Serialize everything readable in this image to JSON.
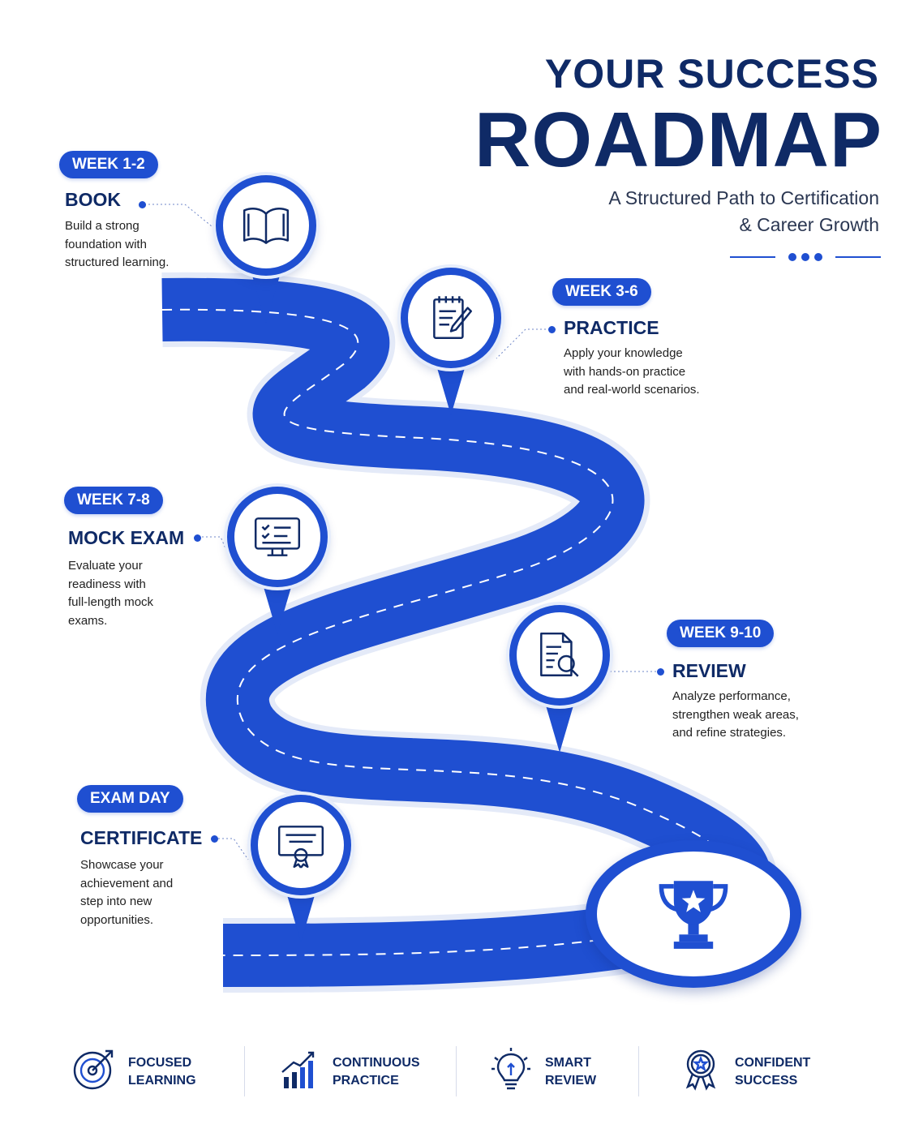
{
  "header": {
    "title_line1": "YOUR SUCCESS",
    "title_line2": "ROADMAP",
    "subtitle_line1": "A Structured Path to Certification",
    "subtitle_line2": "& Career Growth"
  },
  "colors": {
    "primary": "#1f4fd1",
    "navy": "#0f2a66",
    "road_edge": "#e4eaf8"
  },
  "steps": [
    {
      "badge": "WEEK 1-2",
      "title": "BOOK",
      "desc": [
        "Build a strong",
        "foundation with",
        "structured learning."
      ],
      "icon": "book-icon"
    },
    {
      "badge": "WEEK 3-6",
      "title": "PRACTICE",
      "desc": [
        "Apply your knowledge",
        "with hands-on practice",
        "and real-world scenarios."
      ],
      "icon": "notepad-pencil-icon"
    },
    {
      "badge": "WEEK 7-8",
      "title": "MOCK EXAM",
      "desc": [
        "Evaluate your",
        "readiness with",
        "full-length mock",
        "exams."
      ],
      "icon": "monitor-checklist-icon"
    },
    {
      "badge": "WEEK 9-10",
      "title": "REVIEW",
      "desc": [
        "Analyze performance,",
        "strengthen weak areas,",
        "and refine strategies."
      ],
      "icon": "document-search-icon"
    },
    {
      "badge": "EXAM DAY",
      "title": "CERTIFICATE",
      "desc": [
        "Showcase your",
        "achievement and",
        "step into new",
        "opportunities."
      ],
      "icon": "certificate-icon"
    }
  ],
  "goal": {
    "icon": "trophy-star-icon"
  },
  "footer": [
    {
      "line1": "FOCUSED",
      "line2": "LEARNING",
      "icon": "target-icon"
    },
    {
      "line1": "CONTINUOUS",
      "line2": "PRACTICE",
      "icon": "growth-chart-icon"
    },
    {
      "line1": "SMART",
      "line2": "REVIEW",
      "icon": "lightbulb-icon"
    },
    {
      "line1": "CONFIDENT",
      "line2": "SUCCESS",
      "icon": "award-badge-icon"
    }
  ]
}
